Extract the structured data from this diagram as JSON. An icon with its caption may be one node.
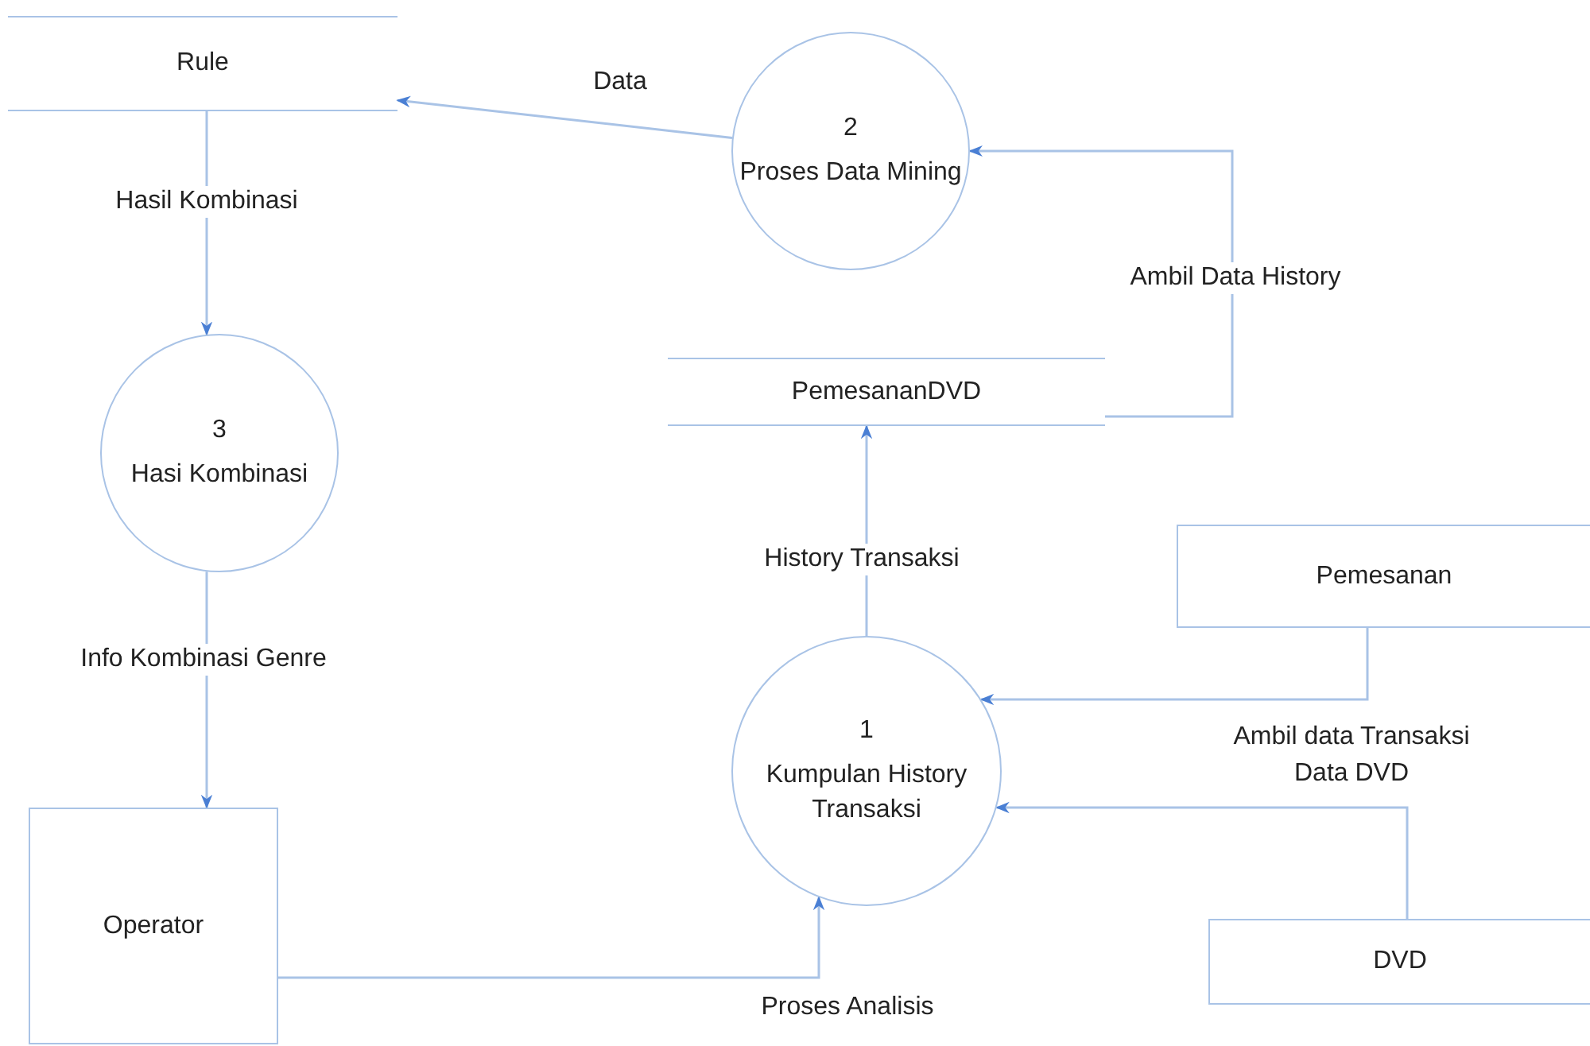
{
  "diagram": {
    "nodes": [
      {
        "text": [
          "Rule"
        ]
      },
      {
        "text": [
          "2",
          "Proses Data Mining"
        ]
      },
      {
        "text": [
          "3",
          "Hasi Kombinasi"
        ]
      },
      {
        "text": [
          "PemesananDVD"
        ]
      },
      {
        "text": [
          "Pemesanan"
        ]
      },
      {
        "text": [
          "1",
          "Kumpulan History Transaksi"
        ]
      },
      {
        "text": [
          "Operator"
        ]
      },
      {
        "text": [
          "DVD"
        ]
      }
    ],
    "edges": [
      {
        "from": 1,
        "to": 0,
        "arrow": "to",
        "label": "Data"
      },
      {
        "from": 0,
        "to": 2,
        "arrow": "to",
        "label": "Hasil Kombinasi"
      },
      {
        "from": 2,
        "to": 6,
        "arrow": "to",
        "label": "Info Kombinasi Genre"
      },
      {
        "from": 3,
        "to": 1,
        "arrow": "to",
        "label": "Ambil Data History"
      },
      {
        "from": 5,
        "to": 3,
        "arrow": "to",
        "label": "History Transaksi"
      },
      {
        "from": 4,
        "to": 5,
        "arrow": "to",
        "label": "Ambil data Transaksi"
      },
      {
        "from": 7,
        "to": 5,
        "arrow": "to",
        "label": "Data DVD"
      },
      {
        "from": 6,
        "to": 5,
        "arrow": "to",
        "label": "Proses Analisis"
      }
    ]
  }
}
